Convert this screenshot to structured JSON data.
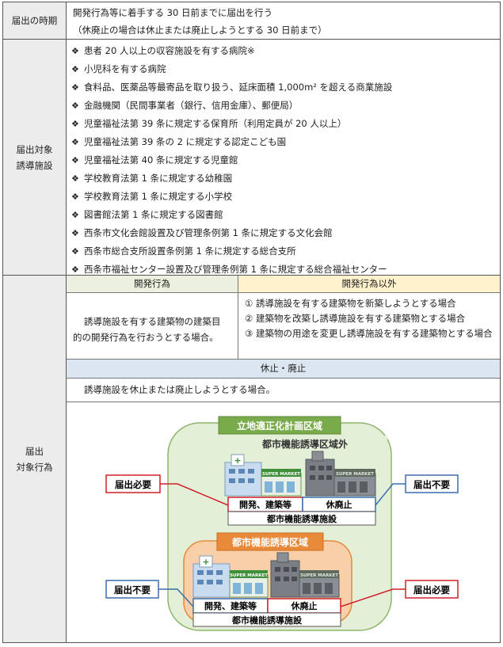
{
  "timing": {
    "label": "届出の時期",
    "lines": [
      "開発行為等に着手する 30 日前までに届出を行う",
      "（休廃止の場合は休止または廃止しようとする 30 日前まで）"
    ]
  },
  "facilities": {
    "label_lines": [
      "届出対象",
      "誘導施設"
    ],
    "bullet": "❖",
    "items": [
      "患者 20 人以上の収容施設を有する病院※",
      "小児科を有する病院",
      "食料品、医薬品等最寄品を取り扱う、延床面積 1,000m² を超える商業施設",
      "金融機関（民間事業者（銀行、信用金庫）、郵便局）",
      "児童福祉法第 39 条に規定する保育所（利用定員が 20 人以上）",
      "児童福祉法第 39 条の 2 に規定する認定こども園",
      "児童福祉法第 40 条に規定する児童館",
      "学校教育法第 1 条に規定する幼稚園",
      "学校教育法第 1 条に規定する小学校",
      "図書館法第 1 条に規定する図書館",
      "西条市文化会館設置及び管理条例第 1 条に規定する文化会館",
      "西条市総合支所設置条例第 1 条に規定する総合支所",
      "西条市福祉センター設置及び管理条例第 1 条に規定する総合福祉センター"
    ]
  },
  "acts": {
    "label_lines": [
      "届出",
      "対象行為"
    ],
    "dev_header": "開発行為",
    "nondev_header": "開発行為以外",
    "dev_text_lines": [
      "誘導施設を有する建築物の建築目",
      "的の開発行為を行おうとする場合。"
    ],
    "nondev_items": [
      "① 誘導施設を有する建築物を新築しようとする場合",
      "② 建築物を改築し誘導施設を有する建築物とする場合",
      "③ 建築物の用途を変更し誘導施設を有する建築物とする場合"
    ],
    "closure_header": "休止・廃止",
    "closure_text": "誘導施設を休止または廃止しようとする場合。"
  },
  "diagram": {
    "outer_area": "立地適正化計画区域",
    "outside_zone": "都市機能誘導区域外",
    "inside_zone": "都市機能誘導区域",
    "required": "届出必要",
    "not_required": "届出不要",
    "dev_build": "開発、建築等",
    "closure": "休廃止",
    "facility": "都市機能誘導施設",
    "supermarket": "SUPER MARKET",
    "colors": {
      "green_zone": "#e4efd8",
      "green_border": "#8db56a",
      "orange_zone": "#f8cfa8",
      "orange_border": "#e38a3c",
      "red": "#d0202a",
      "blue": "#3a6fb0",
      "label_green": "#7aab4a",
      "label_orange": "#e98a3a"
    }
  }
}
